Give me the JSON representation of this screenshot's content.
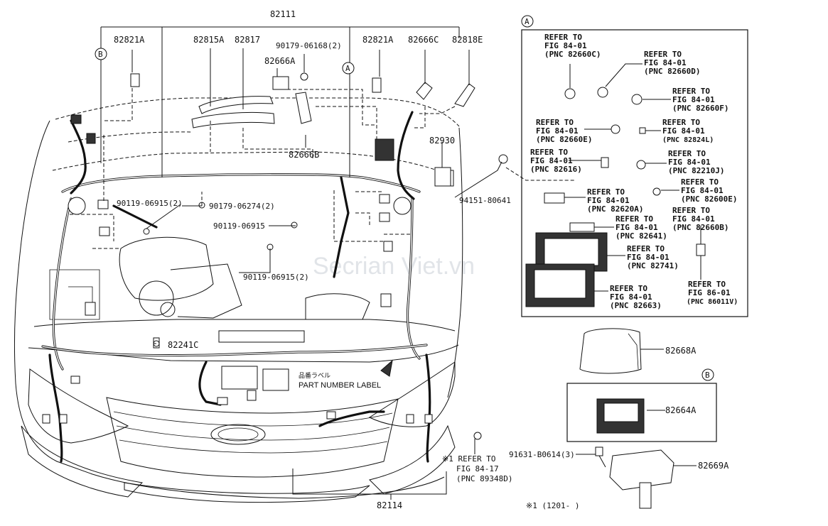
{
  "watermark": "Secrian Viet.vn",
  "top_labels": {
    "main_harness": "82111",
    "clamp_left": "82821A",
    "part_82815a": "82815A",
    "part_82817": "82817",
    "bolt_90179_06168": "90179-06168(2)",
    "bracket_82666a": "82666A",
    "clamp_right": "82821A",
    "part_82666c": "82666C",
    "part_82818e": "82818E"
  },
  "callouts": {
    "b_main": "B",
    "a_main": "A",
    "a_box": "A",
    "b_box": "B"
  },
  "body_labels": {
    "part_82666b": "82666B",
    "part_82930": "82930",
    "part_94151": "94151-80641",
    "bolt_90119_06915_2a": "90119-06915(2)",
    "bolt_90179_06274": "90179-06274(2)",
    "bolt_90119_06915": "90119-06915",
    "bolt_90119_06915_2b": "90119-06915(2)",
    "part_82241c": "82241C",
    "part_number_label_jp": "品番ラベル",
    "part_number_label": "PART NUMBER LABEL",
    "note_refer_mark": "※1 REFER TO",
    "note_refer_fig": "FIG 84-17",
    "note_refer_pnc": "(PNC 89348D)",
    "front_harness": "82114",
    "footnote": "※1 (1201-      )"
  },
  "refer_a": [
    {
      "l1": "REFER TO",
      "l2": "FIG 84-01",
      "l3": "(PNC 82660C)"
    },
    {
      "l1": "REFER TO",
      "l2": "FIG 84-01",
      "l3": "(PNC 82660D)"
    },
    {
      "l1": "REFER TO",
      "l2": "FIG 84-01",
      "l3": "(PNC 82660F)"
    },
    {
      "l1": "REFER TO",
      "l2": "FIG 84-01",
      "l3": "(PNC 82660E)"
    },
    {
      "l1": "REFER TO",
      "l2": "FIG 84-01",
      "l3": "(PNC 82824L)"
    },
    {
      "l1": "REFER TO",
      "l2": "FIG 84-01",
      "l3": "(PNC 82616)"
    },
    {
      "l1": "REFER TO",
      "l2": "FIG 84-01",
      "l3": "(PNC 82210J)"
    },
    {
      "l1": "REFER TO",
      "l2": "FIG 84-01",
      "l3": "(PNC 82620A)"
    },
    {
      "l1": "REFER TO",
      "l2": "FIG 84-01",
      "l3": "(PNC 82600E)"
    },
    {
      "l1": "REFER TO",
      "l2": "FIG 84-01",
      "l3": "(PNC 82641)"
    },
    {
      "l1": "REFER TO",
      "l2": "FIG 84-01",
      "l3": "(PNC 82660B)"
    },
    {
      "l1": "REFER TO",
      "l2": "FIG 84-01",
      "l3": "(PNC 82741)"
    },
    {
      "l1": "REFER TO",
      "l2": "FIG 84-01",
      "l3": "(PNC 82663)"
    },
    {
      "l1": "REFER TO",
      "l2": "FIG 86-01",
      "l3": "(PNC 86011V)"
    }
  ],
  "right_parts": {
    "cover_82668a": "82668A",
    "block_82664a": "82664A",
    "bolt_91631": "91631-B0614(3)",
    "bracket_82669a": "82669A"
  }
}
